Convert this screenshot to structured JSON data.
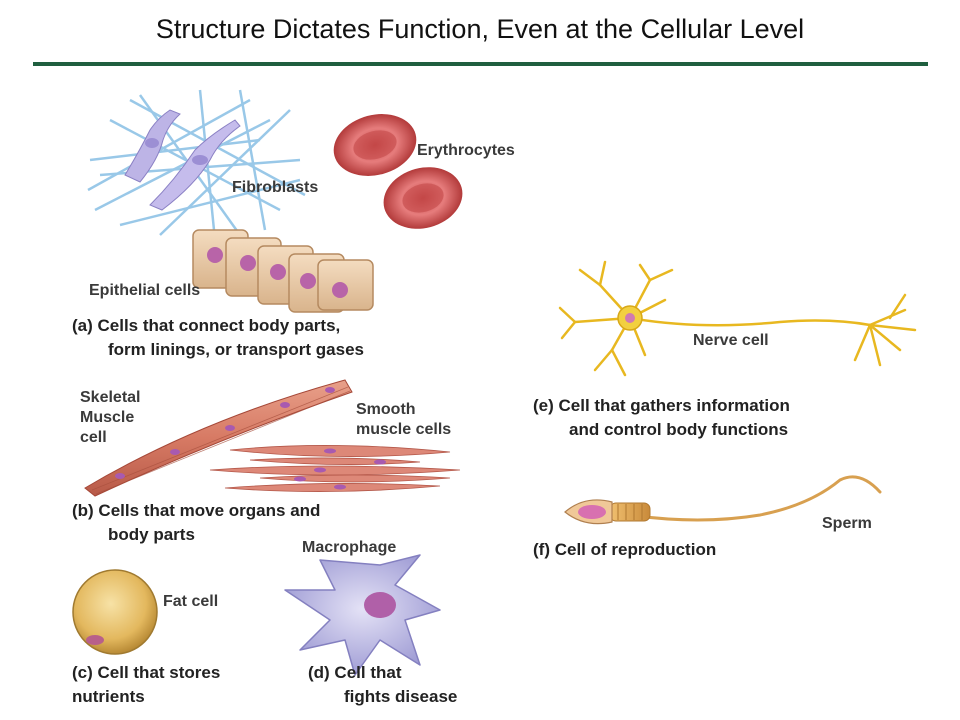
{
  "title": "Structure Dictates Function, Even at the Cellular Level",
  "labels": {
    "fibroblasts": "Fibroblasts",
    "erythrocytes": "Erythrocytes",
    "epithelial": "Epithelial cells",
    "skeletal": [
      "Skeletal",
      "Muscle",
      "cell"
    ],
    "smooth": [
      "Smooth",
      "muscle cells"
    ],
    "fat": "Fat cell",
    "macrophage": "Macrophage",
    "nerve": "Nerve cell",
    "sperm": "Sperm"
  },
  "captions": {
    "a": [
      "(a) Cells that connect body parts,",
      "form linings, or transport gases"
    ],
    "b": [
      "(b) Cells that move organs and",
      "body parts"
    ],
    "c": [
      "(c) Cell that stores",
      "nutrients"
    ],
    "d": [
      "(d) Cell that",
      "fights disease"
    ],
    "e": [
      "(e) Cell that gathers information",
      "and control body functions"
    ],
    "f": "(f) Cell of reproduction"
  }
}
